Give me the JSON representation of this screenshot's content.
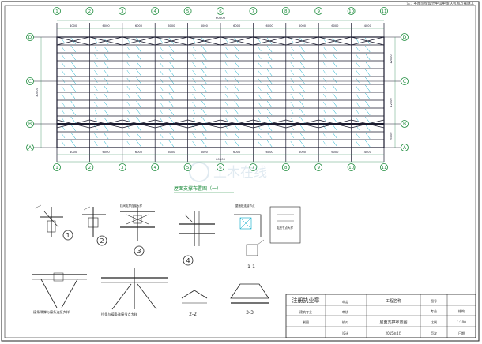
{
  "header": {
    "top_note": "注：本图须经设计单位审核认可后方能施工"
  },
  "grid": {
    "columns": [
      "1",
      "2",
      "3",
      "4",
      "5",
      "6",
      "7",
      "8",
      "9",
      "10",
      "11"
    ],
    "rows": [
      "D",
      "C",
      "B",
      "A"
    ],
    "top_spacings": [
      "4000",
      "6000",
      "6000",
      "6000",
      "6000",
      "6000",
      "6000",
      "6000",
      "6000",
      "4000"
    ],
    "bottom_spacings": [
      "4000",
      "6000",
      "6000",
      "6000",
      "6000",
      "6000",
      "6000",
      "6000",
      "6000",
      "4000"
    ],
    "overall_length": "60000",
    "left_total": "30000",
    "right_spacings": [
      "12000",
      "12000",
      "6000"
    ]
  },
  "plan_title": "屋面支撑布置图（一）",
  "details": {
    "markers": [
      "1",
      "2",
      "3",
      "4"
    ],
    "section_labels": [
      "1-1",
      "2-2",
      "3-3"
    ],
    "detail_notes": [
      "檩条隅撑与檩条连接大样",
      "拉条与檩条连接节点大样",
      "柱间支撑连接大样",
      "屋面板连接节点",
      "支座节点大样"
    ]
  },
  "title_block": {
    "cells": [
      "注册执业章",
      "工程名称",
      "图号",
      "专业",
      "比例",
      "页次",
      "日期",
      "审定",
      "审核",
      "校对",
      "设计",
      "制图",
      "屋面支撑布置图",
      "建筑专业",
      "结构",
      "1:100",
      "2015年4月"
    ]
  },
  "colors": {
    "line": "#1a1a2e",
    "grid": "#2e8b57",
    "accent": "#00a8c8",
    "marker": "#1a8a3a"
  }
}
